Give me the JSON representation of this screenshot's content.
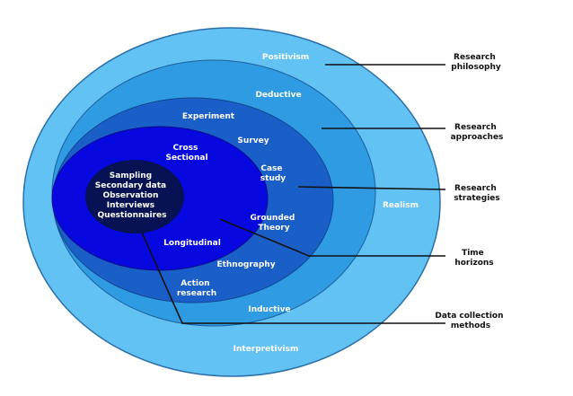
{
  "layers": {
    "philosophy_top": "Positivism",
    "philosophy_bottom": "Interpretivism",
    "philosophy_right": "Realism",
    "approach_top": "Deductive",
    "approach_bottom": "Inductive",
    "strategies": {
      "experiment": "Experiment",
      "survey": "Survey",
      "case_study": [
        "Case",
        "study"
      ],
      "grounded_theory": [
        "Grounded",
        "Theory"
      ],
      "ethnography": "Ethnography",
      "action_research": [
        "Action",
        "research"
      ]
    },
    "time_horizons": {
      "cross_sectional": [
        "Cross",
        "Sectional"
      ],
      "longitudinal": "Longitudinal"
    },
    "data_collection": [
      "Sampling",
      "Secondary data",
      "Observation",
      "Interviews",
      "Questionnaires"
    ]
  },
  "callouts": {
    "research_philosophy": [
      "Research",
      "philosophy"
    ],
    "research_approaches": [
      "Research",
      "approaches"
    ],
    "research_strategies": [
      "Research",
      "strategies"
    ],
    "time_horizons": [
      "Time",
      "horizons"
    ],
    "data_collection_methods": [
      "Data collection",
      "methods"
    ]
  },
  "colors": {
    "outer_ring": "#63c2f4",
    "approach_ring": "#2f9be2",
    "strategy_ring": "#1a5fc8",
    "time_ring": "#0707e0",
    "core": "#061254",
    "outline": "#2a6fa8",
    "callout_line": "#111111"
  }
}
